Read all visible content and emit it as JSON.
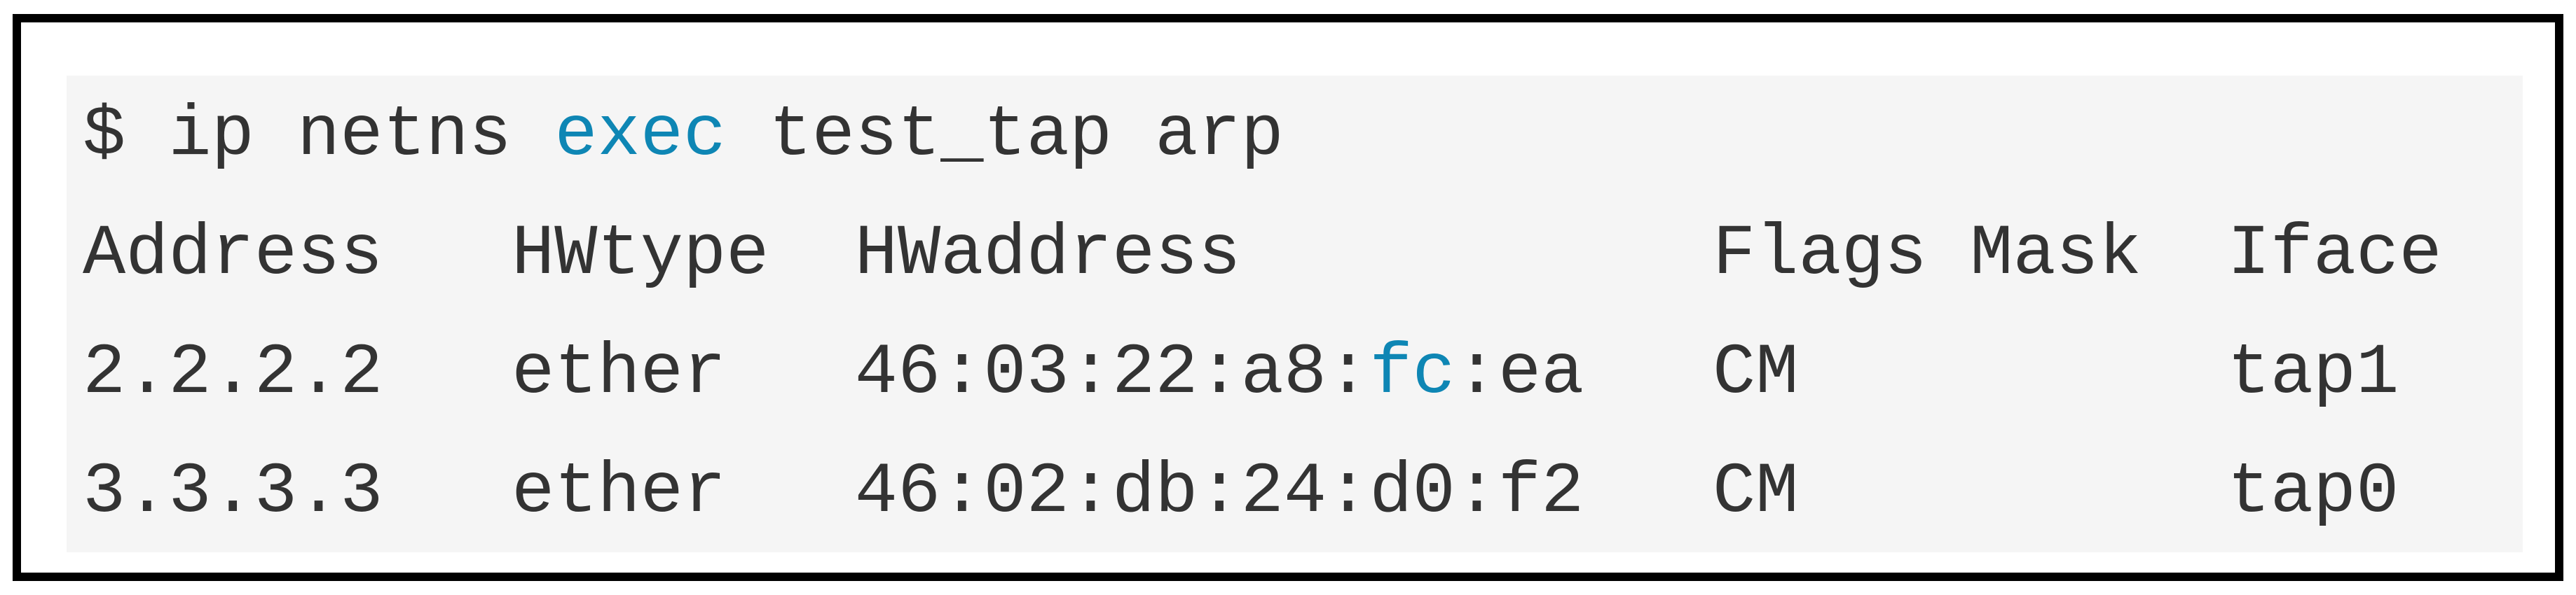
{
  "colors": {
    "page_bg": "#ffffff",
    "frame_border": "#000000",
    "code_bg": "#f5f5f5",
    "text": "#333333",
    "highlight": "#0e86b4"
  },
  "terminal": {
    "command": {
      "before_highlight": "$ ip netns ",
      "highlight": "exec",
      "after_highlight": " test_tap arp"
    },
    "header_row": "Address   HWtype  HWaddress           Flags Mask  Iface",
    "row1": {
      "before_highlight": "2.2.2.2   ether   46:03:22:a8:",
      "highlight": "fc",
      "after_highlight": ":ea   CM          tap1"
    },
    "row2": "3.3.3.3   ether   46:02:db:24:d0:f2   CM          tap0"
  },
  "arp_table": {
    "columns": [
      "Address",
      "HWtype",
      "HWaddress",
      "Flags Mask",
      "Iface"
    ],
    "rows": [
      {
        "address": "2.2.2.2",
        "hwtype": "ether",
        "hwaddress": "46:03:22:a8:fc:ea",
        "flags_mask": "CM",
        "iface": "tap1"
      },
      {
        "address": "3.3.3.3",
        "hwtype": "ether",
        "hwaddress": "46:02:db:24:d0:f2",
        "flags_mask": "CM",
        "iface": "tap0"
      }
    ]
  }
}
